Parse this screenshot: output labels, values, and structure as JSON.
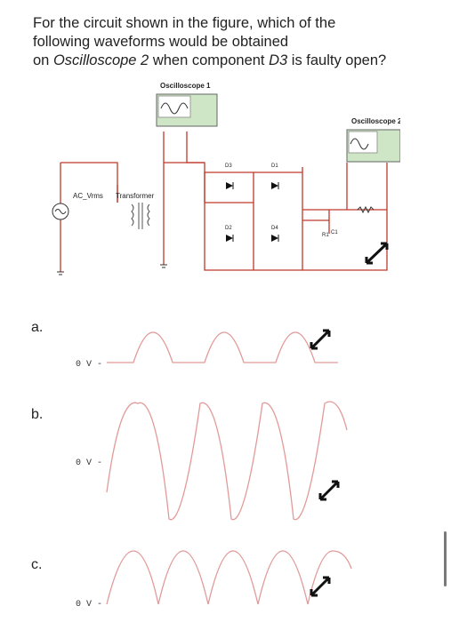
{
  "question": {
    "line1": "For the circuit shown in the figure, which of the",
    "line2": "following waveforms would be obtained",
    "line3_pre": "on ",
    "line3_em1": "Oscilloscope 2",
    "line3_mid": " when component ",
    "line3_em2": "D3",
    "line3_post": " is faulty open?"
  },
  "circuit": {
    "osc1_label": "Oscilloscope 1",
    "osc2_label": "Oscilloscope 2",
    "source_label": "AC_Vrms",
    "transformer_label": "Transformer",
    "d1": "D1",
    "d2": "D2",
    "d3": "D3",
    "d4": "D4",
    "r1": "R1",
    "c1": "C1",
    "screen_color": "#b9dcae",
    "wire_color": "#c0392b"
  },
  "options": [
    {
      "letter": "a.",
      "zero_label": "0 V -",
      "waveform": "half-wave rectified"
    },
    {
      "letter": "b.",
      "zero_label": "0 V -",
      "waveform": "full sine"
    },
    {
      "letter": "c.",
      "zero_label": "0 V -",
      "waveform": "full-wave rectified"
    }
  ],
  "colors": {
    "trace": "#e29a9a",
    "axis": "#c9c9c9"
  }
}
